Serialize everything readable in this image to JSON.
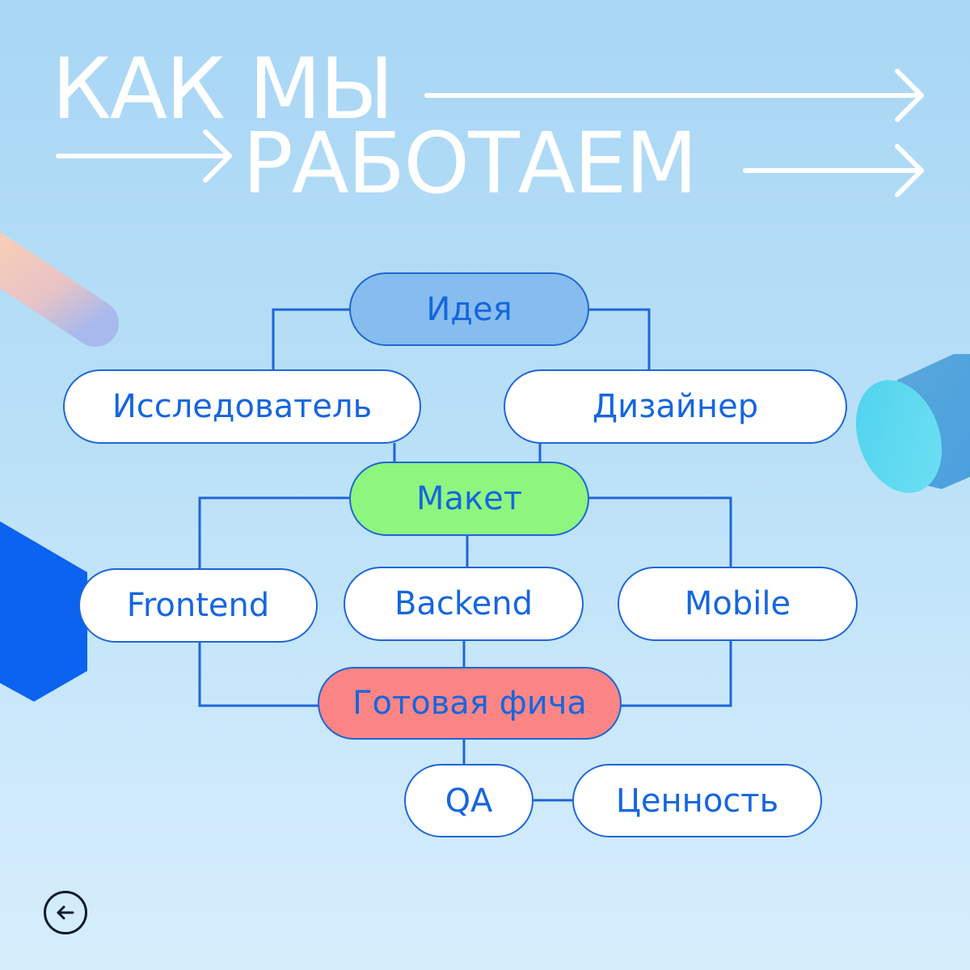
{
  "title": {
    "line1": "КАК МЫ",
    "line2": "РАБОТАЕМ"
  },
  "nodes": {
    "idea": "Идея",
    "researcher": "Исследователь",
    "designer": "Дизайнер",
    "mockup": "Макет",
    "frontend": "Frontend",
    "backend": "Backend",
    "mobile": "Mobile",
    "feature": "Готовая фича",
    "qa": "QA",
    "value": "Ценность"
  },
  "colors": {
    "line": "#1e66d8",
    "text": "#1666de",
    "idea": "#86bdee",
    "mockup": "#8ef57f",
    "feature": "#fb8585",
    "default": "#ffffff"
  },
  "icons": {
    "back": "arrow-left-icon"
  }
}
